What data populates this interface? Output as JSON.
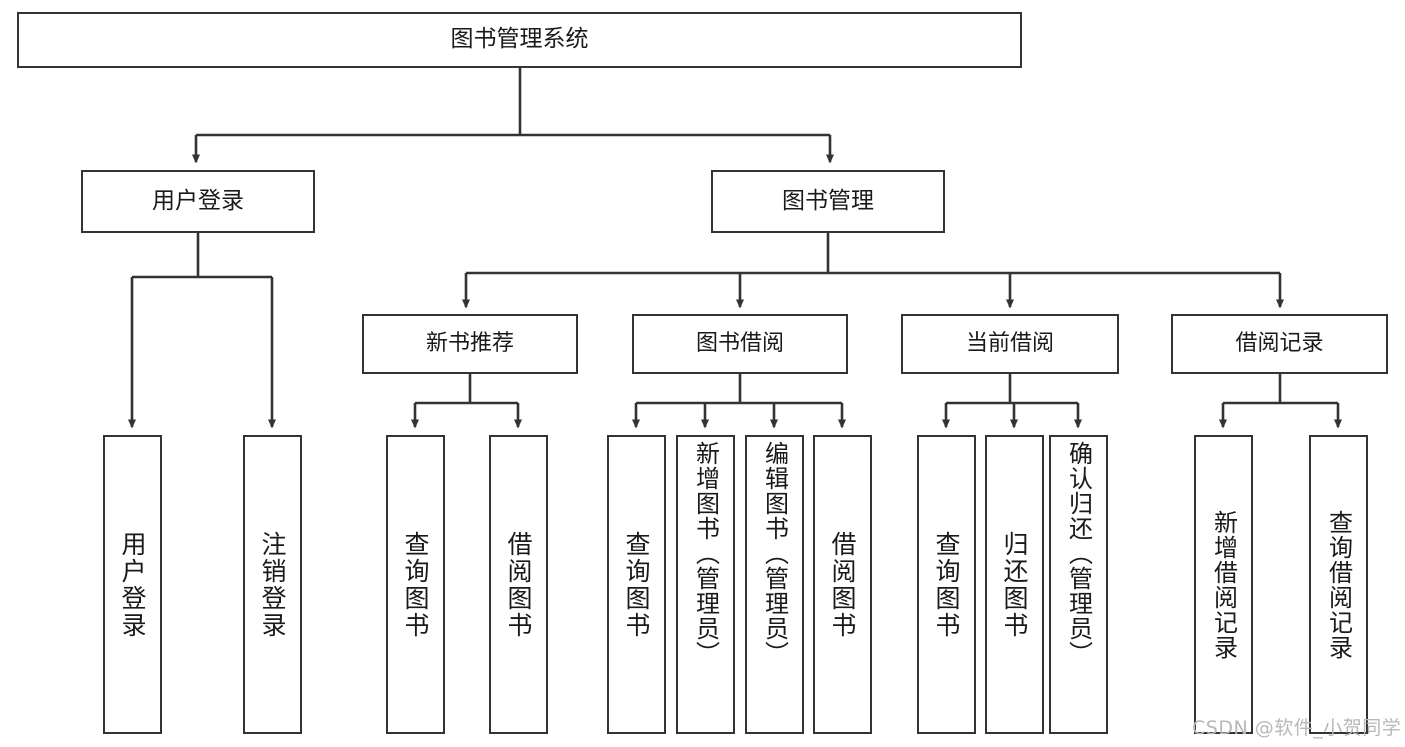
{
  "diagram": {
    "title": "图书管理系统",
    "watermark": "CSDN @软件_小贺同学",
    "colors": {
      "box_border": "#333333",
      "box_fill": "#ffffff",
      "edge": "#333333",
      "text": "#1a1a1a",
      "watermark": "#b8b8b8"
    },
    "root": {
      "label": "图书管理系统"
    },
    "level2": [
      {
        "label": "用户登录"
      },
      {
        "label": "图书管理"
      }
    ],
    "level3": [
      {
        "label": "新书推荐"
      },
      {
        "label": "图书借阅"
      },
      {
        "label": "当前借阅"
      },
      {
        "label": "借阅记录"
      }
    ],
    "leaves": {
      "user_login": [
        {
          "label": "用户登录"
        },
        {
          "label": "注销登录"
        }
      ],
      "new_book_recommend": [
        {
          "label": "查询图书"
        },
        {
          "label": "借阅图书"
        }
      ],
      "book_borrow": [
        {
          "label": "查询图书"
        },
        {
          "label": "新增图书（管理员）"
        },
        {
          "label": "编辑图书（管理员）"
        },
        {
          "label": "借阅图书"
        }
      ],
      "current_borrow": [
        {
          "label": "查询图书"
        },
        {
          "label": "归还图书"
        },
        {
          "label": "确认归还（管理员）"
        }
      ],
      "borrow_record": [
        {
          "label": "新增借阅记录"
        },
        {
          "label": "查询借阅记录"
        }
      ]
    }
  }
}
